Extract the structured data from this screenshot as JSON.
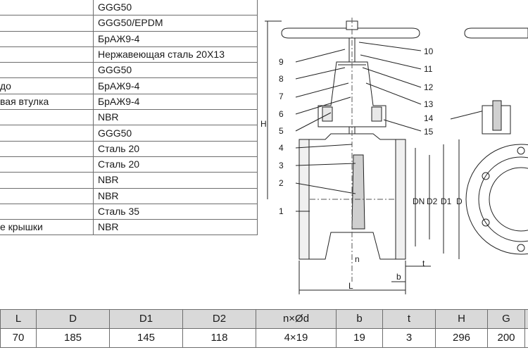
{
  "materials": [
    {
      "part": "",
      "material": "GGG50"
    },
    {
      "part": "",
      "material": "GGG50/EPDM"
    },
    {
      "part": "",
      "material": "БрАЖ9-4"
    },
    {
      "part": "",
      "material": "Нержавеющая сталь 20X13"
    },
    {
      "part": "",
      "material": "GGG50"
    },
    {
      "part": "до",
      "material": "БрАЖ9-4"
    },
    {
      "part": "вая втулка",
      "material": "БрАЖ9-4"
    },
    {
      "part": "",
      "material": "NBR"
    },
    {
      "part": "",
      "material": "GGG50"
    },
    {
      "part": "",
      "material": "Сталь 20"
    },
    {
      "part": "",
      "material": "Сталь 20"
    },
    {
      "part": "",
      "material": "NBR"
    },
    {
      "part": "",
      "material": "NBR"
    },
    {
      "part": "",
      "material": "Сталь 35"
    },
    {
      "part": "е крышки",
      "material": "NBR"
    }
  ],
  "drawing": {
    "callouts": [
      "1",
      "2",
      "3",
      "4",
      "5",
      "6",
      "7",
      "8",
      "9",
      "10",
      "11",
      "12",
      "13",
      "14",
      "15"
    ],
    "dim_labels": {
      "H": "H",
      "DN": "DN",
      "D2": "D2",
      "D1": "D1",
      "D": "D",
      "n": "n",
      "b": "b",
      "t": "t",
      "L": "L"
    }
  },
  "dimensions": {
    "headers": [
      "L",
      "D",
      "D1",
      "D2",
      "n×Ød",
      "b",
      "t",
      "H",
      "G",
      ""
    ],
    "values": [
      "70",
      "185",
      "145",
      "118",
      "4×19",
      "19",
      "3",
      "296",
      "200",
      ""
    ]
  }
}
